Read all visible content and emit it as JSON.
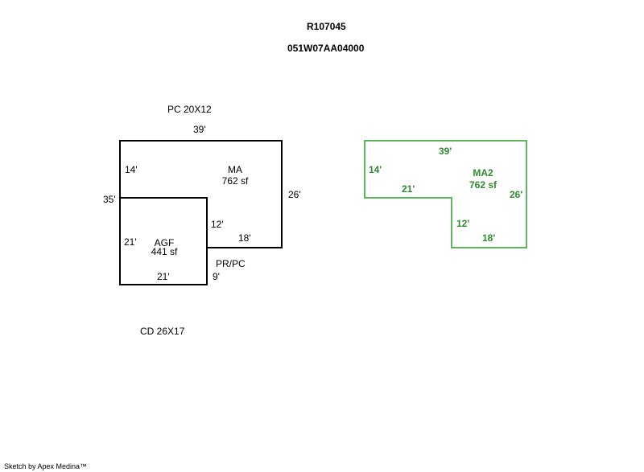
{
  "header": {
    "parcel_id": "R107045",
    "map_number": "051W07AA04000"
  },
  "sketch": {
    "labels": {
      "pc": "PC 20X12",
      "prpc": "PR/PC",
      "cd": "CD 26X17"
    },
    "areas": [
      {
        "name": "MA",
        "area": "762 sf",
        "color": "#000000",
        "dims": {
          "top": "39'",
          "left_upper": "14'",
          "right": "26'",
          "inner_vertical": "12'",
          "inner_horizontal": "18'"
        }
      },
      {
        "name": "AGF",
        "area": "441 sf",
        "color": "#000000",
        "dims": {
          "left_total": "35'",
          "left": "21'",
          "bottom": "21'",
          "right_ext": "9'"
        }
      },
      {
        "name": "MA2",
        "area": "762 sf",
        "color": "#5cb85c",
        "dims": {
          "top": "39'",
          "left": "14'",
          "inner_horizontal": "21'",
          "right": "26'",
          "inner_vertical": "12'",
          "bottom": "18'"
        }
      }
    ]
  },
  "footer": {
    "credit": "Sketch by Apex Medina™"
  }
}
